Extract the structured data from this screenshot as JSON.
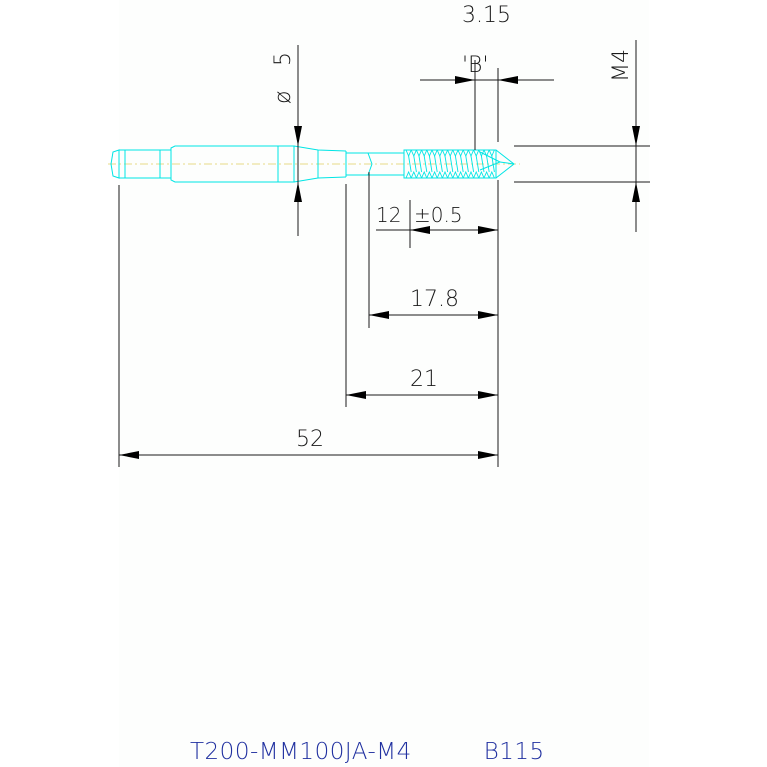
{
  "drawing": {
    "dimensions": {
      "overall_length": "52",
      "thread_to_neck": "21",
      "thread_length_long": "17.8",
      "thread_length": "12",
      "tolerance": "±0.5",
      "chamfer": "3.15",
      "chamfer_label": "'B'",
      "thread_size": "M4",
      "diameter_symbol": "ø",
      "shank_diameter": "5"
    },
    "colors": {
      "tool": "#00e5e5",
      "dimension": "#1a1a1a",
      "centerline": "#e0d060",
      "title": "#2030a0"
    }
  },
  "title_block": {
    "part_number": "T200-MM100JA-M4",
    "code": "B115"
  }
}
